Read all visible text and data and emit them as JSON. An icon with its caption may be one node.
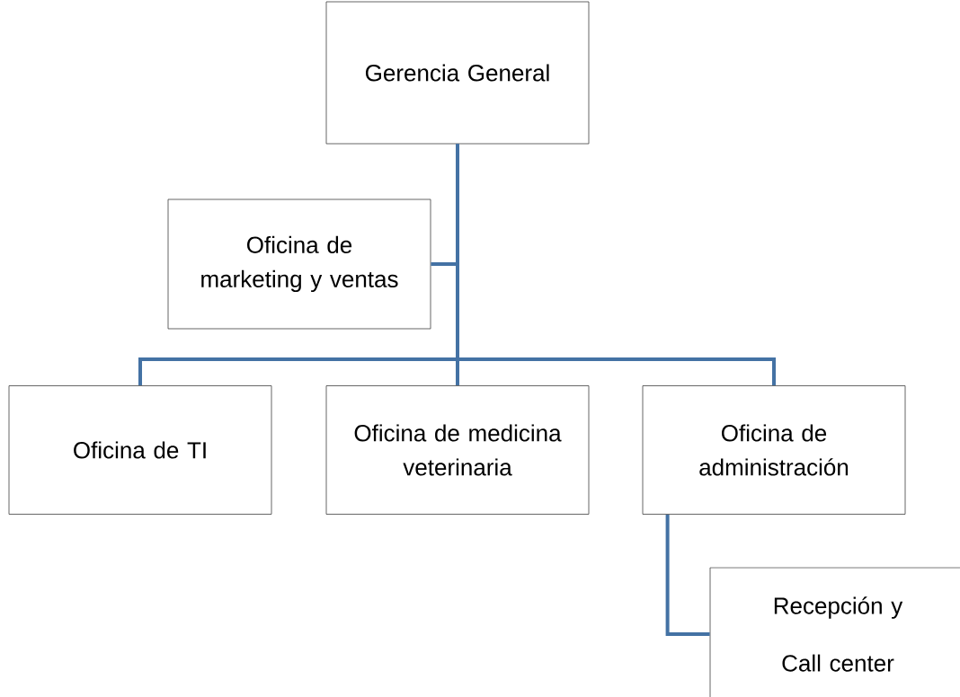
{
  "diagram": {
    "nodes": [
      {
        "text": [
          "Gerencia General"
        ]
      },
      {
        "text": [
          "Oficina de marketing y ventas"
        ]
      },
      {
        "text": [
          "Oficina de TI"
        ]
      },
      {
        "text": [
          "Oficina de medicina veterinaria"
        ]
      },
      {
        "text": [
          "Oficina de administración"
        ]
      },
      {
        "text": [
          "Recepción y Call center"
        ]
      }
    ],
    "edges": [
      {
        "from": 0,
        "to": 1,
        "arrow": "none"
      },
      {
        "from": 0,
        "to": 2,
        "arrow": "none"
      },
      {
        "from": 0,
        "to": 3,
        "arrow": "none"
      },
      {
        "from": 0,
        "to": 4,
        "arrow": "none"
      },
      {
        "from": 4,
        "to": 5,
        "arrow": "none"
      }
    ]
  }
}
